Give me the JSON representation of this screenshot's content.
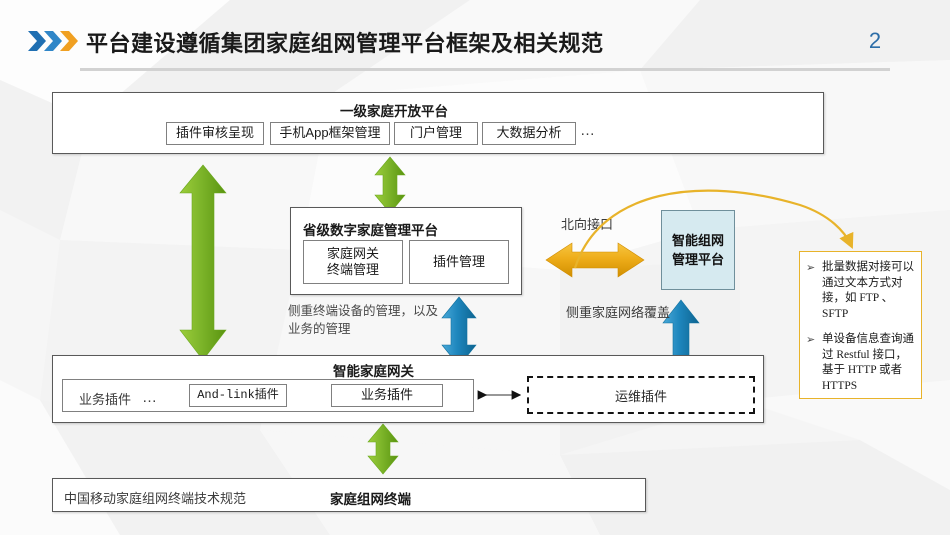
{
  "header": {
    "title": "平台建设遵循集团家庭组网管理平台框架及相关规范",
    "page_number": "2",
    "chevron_colors": [
      "#1f6fb2",
      "#2f86c8",
      "#f0a022"
    ],
    "page_number_color": "#2d6ea8"
  },
  "tier1": {
    "title": "一级家庭开放平台",
    "items": [
      "插件审核呈现",
      "手机App框架管理",
      "门户管理",
      "大数据分析"
    ],
    "ellipsis": "…"
  },
  "province": {
    "title": "省级数字家庭管理平台",
    "items": [
      "家庭网关\n终端管理",
      "插件管理"
    ],
    "item1_line1": "家庭网关",
    "item1_line2": "终端管理",
    "item2": "插件管理",
    "note": "侧重终端设备的管理，以及业务的管理"
  },
  "north": {
    "label": "北向接口",
    "arrow_color": "#e8a317"
  },
  "smart_platform": {
    "line1": "智能组网",
    "line2": "管理平台",
    "note": "侧重家庭网络覆盖",
    "fill": "#d6eaf0"
  },
  "callout": {
    "border_color": "#e8b32a",
    "bullet": "➢",
    "items": [
      "批量数据对接可以通过文本方式对接，如 FTP 、SFTP",
      "单设备信息查询通过 Restful 接口，基于 HTTP 或者 HTTPS"
    ]
  },
  "gateway": {
    "title": "智能家庭网关",
    "left_label": "业务插件",
    "left_ellipsis": "…",
    "items": [
      "And-link插件",
      "业务插件"
    ],
    "ops_plugin": "运维插件"
  },
  "bottom": {
    "spec": "中国移动家庭组网终端技术规范",
    "title": "家庭组网终端"
  },
  "arrows": {
    "green": "#76b82a",
    "green_dark": "#5d9a18",
    "blue": "#1a7fb5",
    "blue_dark": "#106a9e",
    "orange": "#e8a317",
    "orange_dark": "#d08c00",
    "yellow_curve": "#e8b32a"
  }
}
